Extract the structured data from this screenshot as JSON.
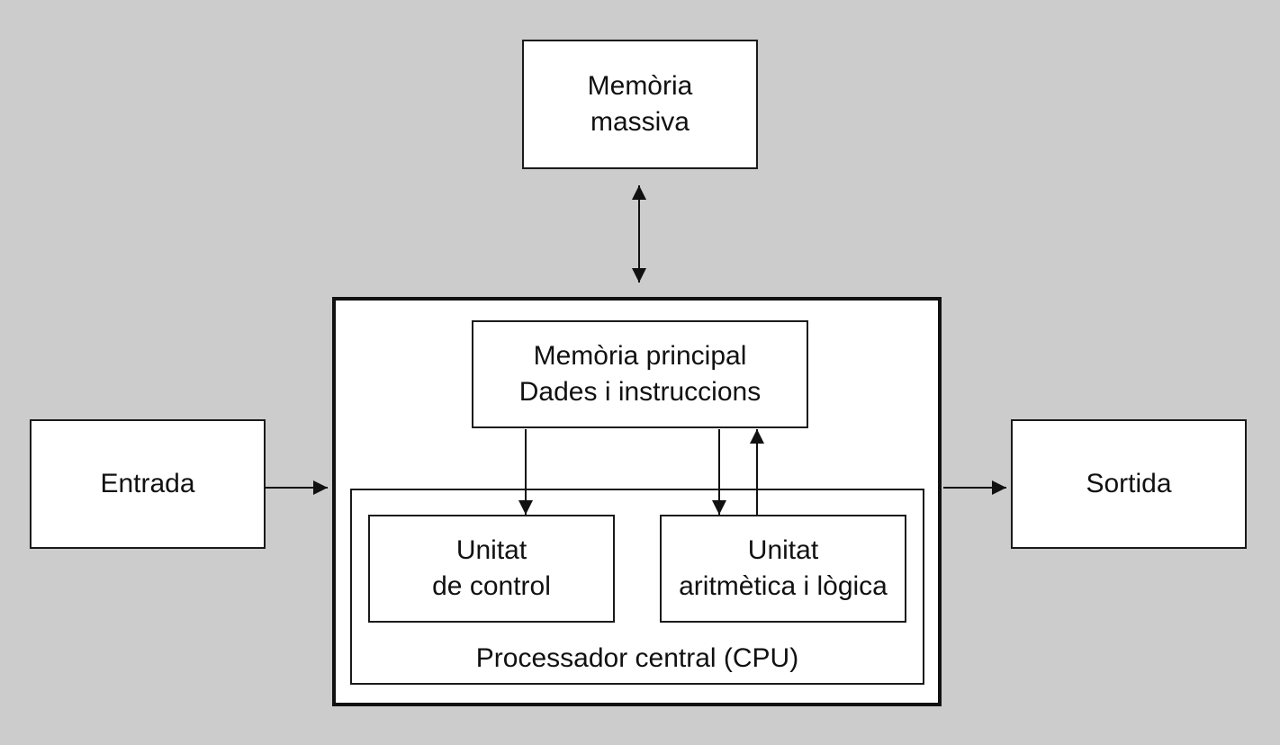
{
  "colors": {
    "background": "#cccccc",
    "box_fill": "#ffffff",
    "line": "#111111"
  },
  "nodes": {
    "mass_memory": {
      "lines": [
        "Memòria",
        "massiva"
      ]
    },
    "input": {
      "lines": [
        "Entrada"
      ]
    },
    "output": {
      "lines": [
        "Sortida"
      ]
    },
    "main_memory": {
      "lines": [
        "Memòria principal",
        "Dades i instruccions"
      ]
    },
    "control_unit": {
      "lines": [
        "Unitat",
        "de control"
      ]
    },
    "alu": {
      "lines": [
        "Unitat",
        "aritmètica i lògica"
      ]
    },
    "cpu": {
      "label": "Processador central (CPU)"
    }
  },
  "edges": [
    {
      "from": "mass_memory",
      "to": "main_memory",
      "direction": "bidirectional"
    },
    {
      "from": "input",
      "to": "computer",
      "direction": "forward"
    },
    {
      "from": "computer",
      "to": "output",
      "direction": "forward"
    },
    {
      "from": "main_memory",
      "to": "control_unit",
      "direction": "forward"
    },
    {
      "from": "main_memory",
      "to": "alu",
      "direction": "forward"
    },
    {
      "from": "alu",
      "to": "main_memory",
      "direction": "forward"
    }
  ]
}
